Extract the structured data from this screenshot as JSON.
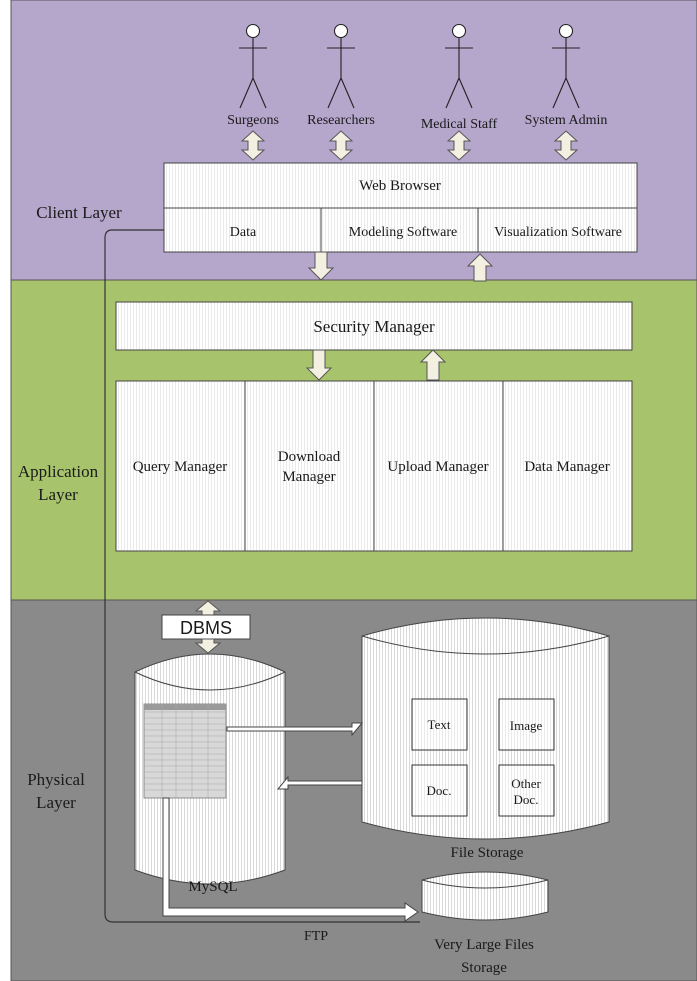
{
  "colors": {
    "client_layer": "#b5a6cc",
    "application_layer": "#a7c46c",
    "physical_layer": "#8a8a8a",
    "box_fill": "#ffffff",
    "box_stroke": "#444444",
    "arrow_fill": "#f3f0e2"
  },
  "layers": {
    "client": "Client Layer",
    "application": [
      "Application",
      "Layer"
    ],
    "physical": [
      "Physical",
      "Layer"
    ]
  },
  "actors": [
    "Surgeons",
    "Researchers",
    "Medical Staff",
    "System Admin"
  ],
  "client": {
    "web_browser": "Web Browser",
    "cells": [
      "Data",
      "Modeling Software",
      "Visualization Software"
    ]
  },
  "application": {
    "security_manager": "Security Manager",
    "managers": [
      [
        "Query Manager"
      ],
      [
        "Download",
        "Manager"
      ],
      [
        "Upload Manager"
      ],
      [
        "Data Manager"
      ]
    ]
  },
  "physical": {
    "dbms": "DBMS",
    "mysql": "MySQL",
    "file_storage": "File Storage",
    "file_types": [
      [
        "Text"
      ],
      [
        "Image"
      ],
      [
        "Doc."
      ],
      [
        "Other",
        "Doc."
      ]
    ],
    "very_large": [
      "Very Large Files",
      "Storage"
    ],
    "ftp": "FTP"
  }
}
